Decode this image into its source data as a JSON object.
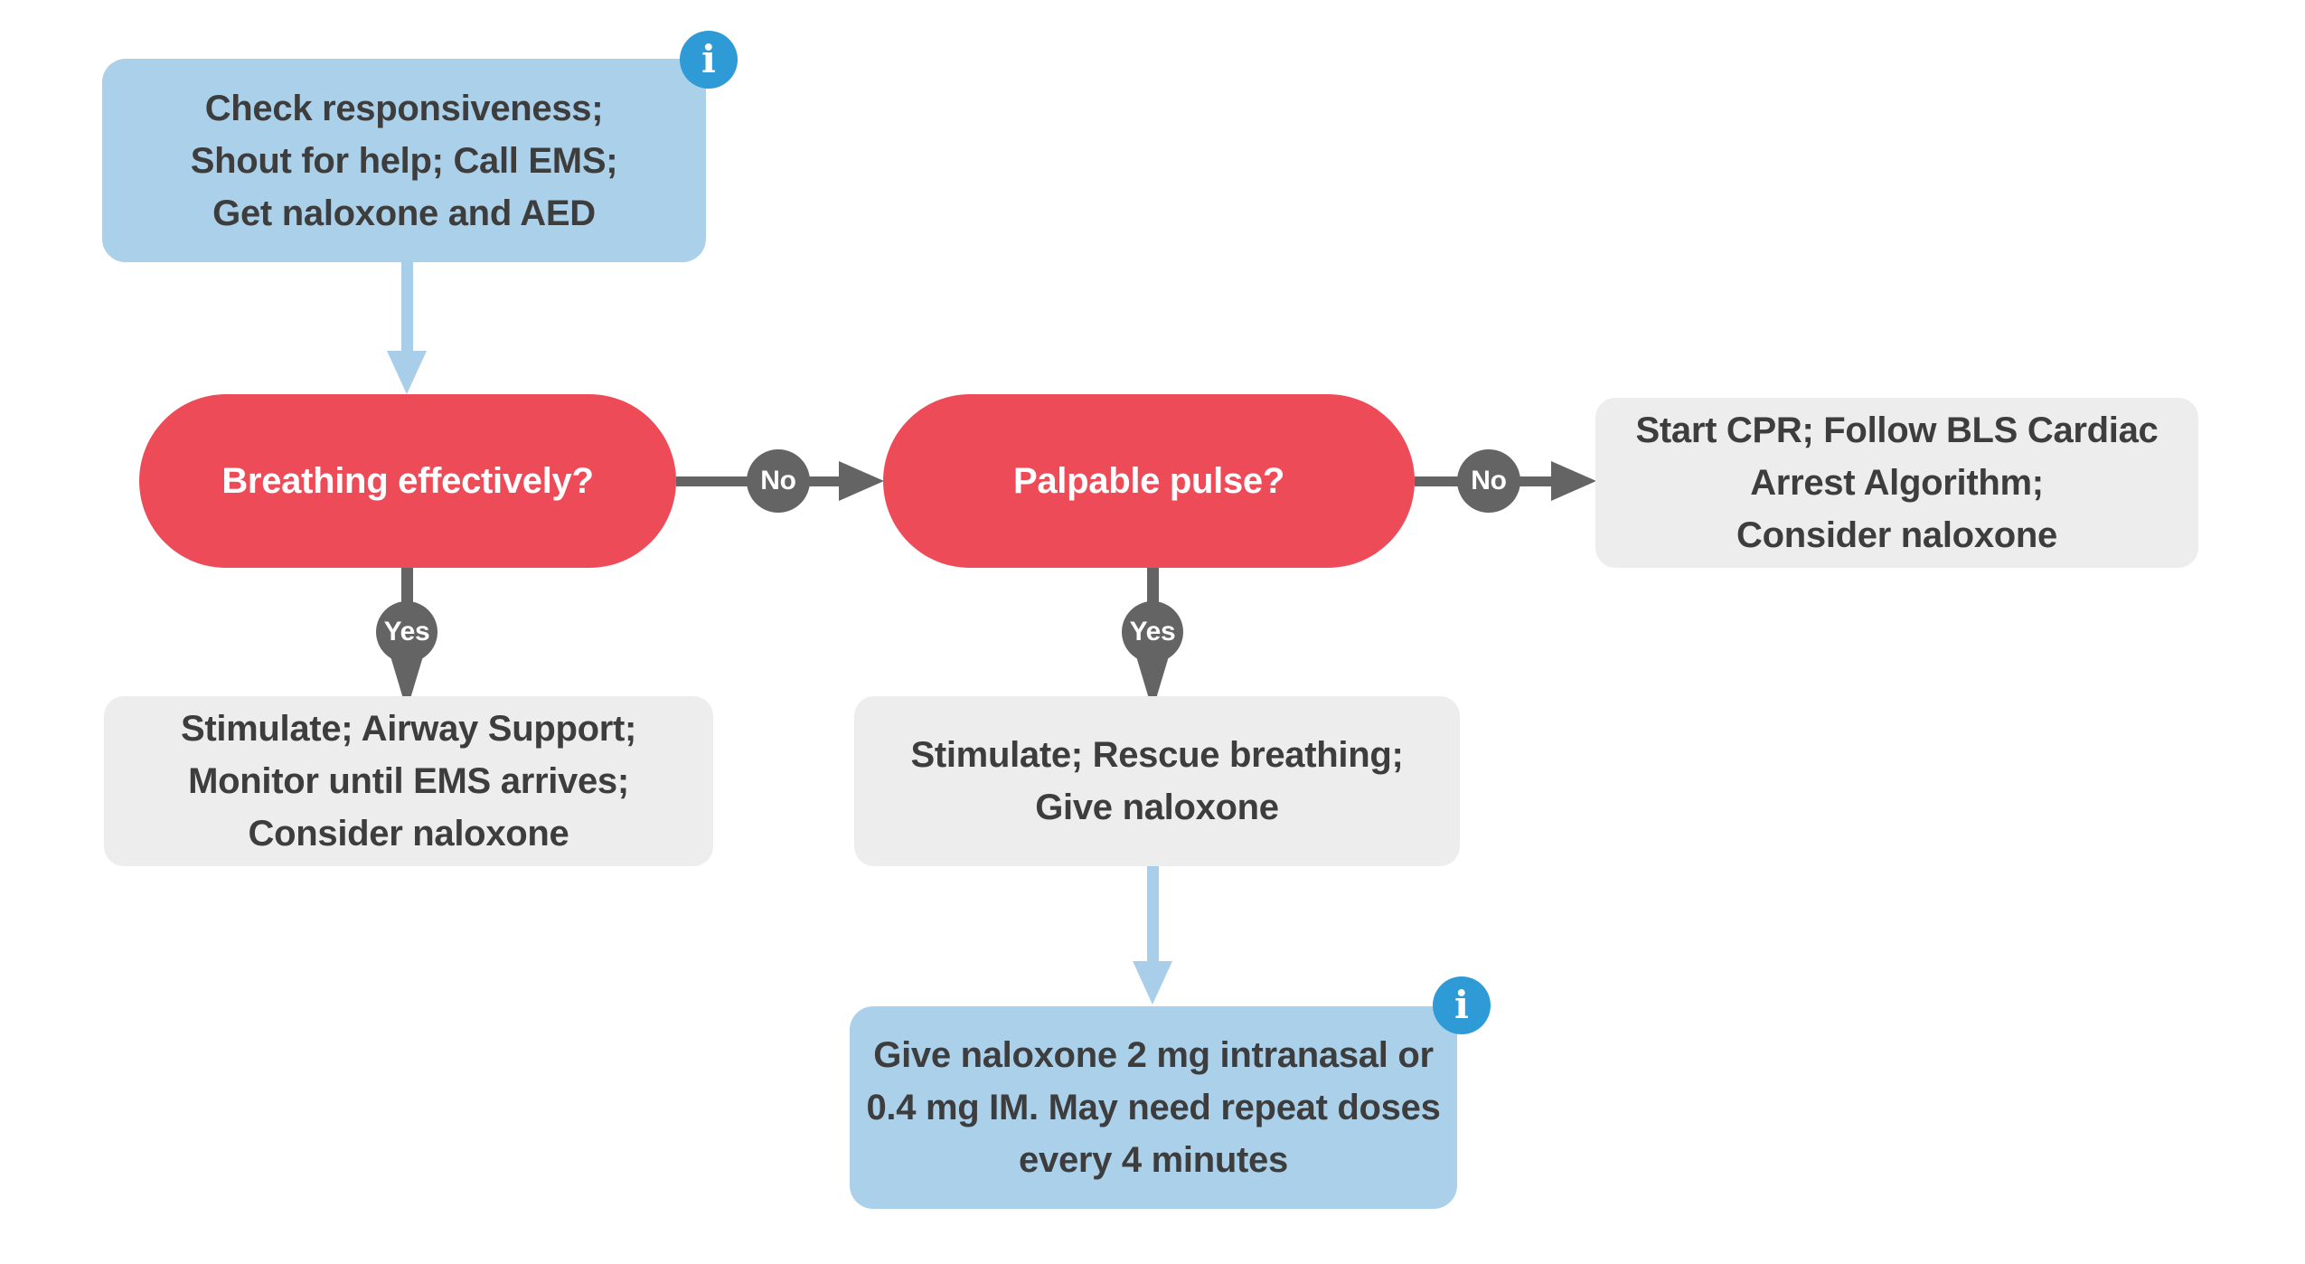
{
  "flowchart": {
    "start_box": {
      "lines": [
        "Check responsiveness;",
        "Shout for help; Call EMS;",
        "Get naloxone and AED"
      ]
    },
    "decision_breathing": {
      "label": "Breathing effectively?"
    },
    "decision_pulse": {
      "label": "Palpable pulse?"
    },
    "box_cpr": {
      "lines": [
        "Start CPR; Follow BLS Cardiac",
        "Arrest Algorithm;",
        "Consider naloxone"
      ]
    },
    "box_monitor": {
      "lines": [
        "Stimulate; Airway Support;",
        "Monitor until EMS arrives;",
        "Consider naloxone"
      ]
    },
    "box_rescue": {
      "lines": [
        "Stimulate; Rescue breathing;",
        "Give naloxone"
      ]
    },
    "box_dose": {
      "lines": [
        "Give naloxone 2 mg intranasal or",
        "0.4 mg IM. May need repeat doses",
        "every 4 minutes"
      ]
    },
    "labels": {
      "no": "No",
      "yes": "Yes"
    },
    "info_icon_glyph": "i",
    "colors": {
      "decision_red": "#EE4B59",
      "action_blue": "#ABD0EA",
      "arrow_blue": "#A9CEEA",
      "info_blue": "#2E9BD6",
      "action_gray": "#EDEDED",
      "connector_gray": "#646464",
      "text_dark": "#3D3D3D"
    }
  }
}
